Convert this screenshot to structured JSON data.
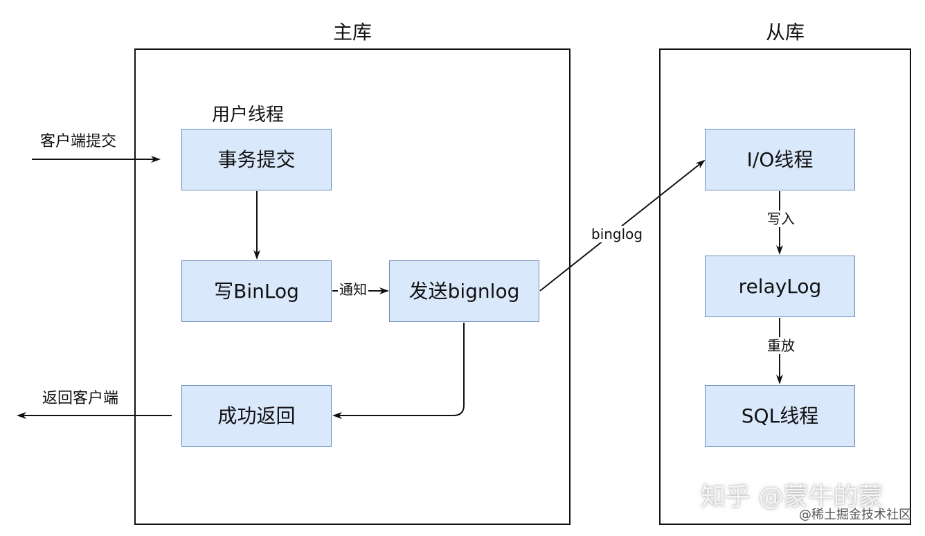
{
  "master": {
    "title": "主库",
    "thread_label": "用户线程",
    "nodes": {
      "commit": "事务提交",
      "write_binlog": "写BinLog",
      "send_binlog": "发送bignlog",
      "success_return": "成功返回"
    },
    "edges": {
      "notify": "通知"
    }
  },
  "slave": {
    "title": "从库",
    "nodes": {
      "io_thread": "I/O线程",
      "relay_log": "relayLog",
      "sql_thread": "SQL线程"
    },
    "edges": {
      "write_in": "写入",
      "replay": "重放"
    }
  },
  "external": {
    "client_commit": "客户端提交",
    "return_client": "返回客户端",
    "binlog": "binglog"
  },
  "watermark": {
    "main": "知乎 @蒙牛的蒙",
    "small": "@稀土掘金技术社区"
  },
  "colors": {
    "node_fill": "#dae8fc",
    "node_stroke": "#6b8cbc",
    "line": "#111111"
  }
}
